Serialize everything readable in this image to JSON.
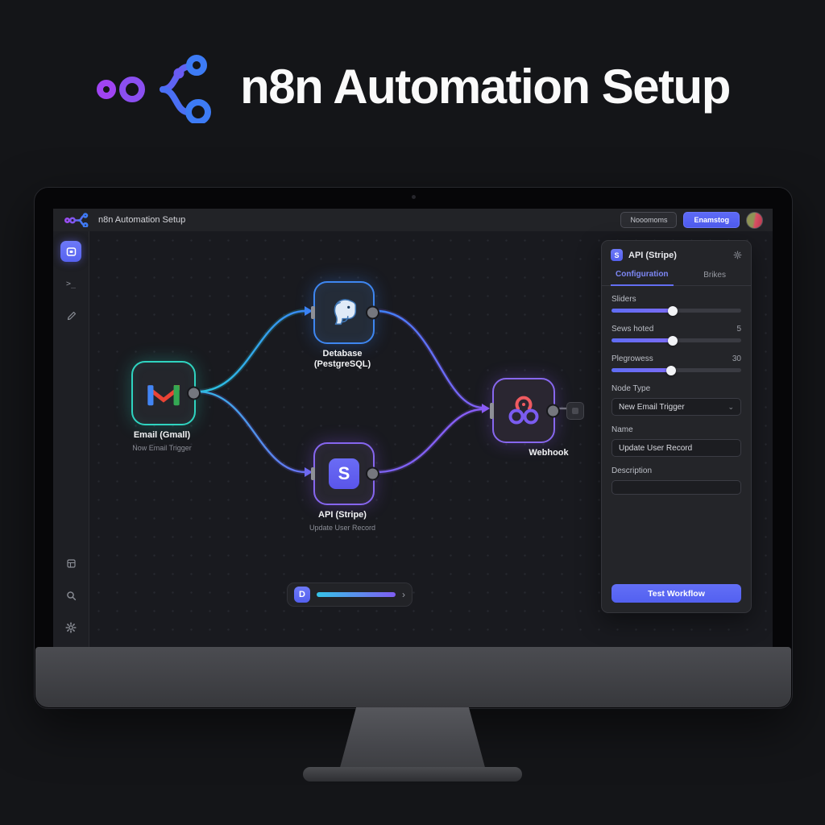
{
  "header": {
    "title": "n8n Automation Setup"
  },
  "app": {
    "topbar": {
      "title": "n8n Automation Setup",
      "secondary_button": "Nooomoms",
      "primary_button": "Enamstog"
    },
    "sidebar": {
      "items": [
        "nodes",
        "terminal",
        "pencil",
        "templates",
        "search",
        "settings"
      ]
    },
    "canvas": {
      "nodes": [
        {
          "label": "Email (Gmall)",
          "sublabel": "Now Email Trigger",
          "service": "gmail",
          "accent": "#2dd4bf"
        },
        {
          "label": "Detabase",
          "sublabel": "(PestgreSQL)",
          "service": "postgresql",
          "accent": "#3b82f6"
        },
        {
          "label": "API (Stripe)",
          "sublabel": "Update User Record",
          "service": "stripe",
          "accent": "#8b5cf6"
        },
        {
          "label": "Webhook",
          "sublabel": "",
          "service": "webhook",
          "accent": "#8b5cf6"
        }
      ],
      "runbar": {
        "badge": "D"
      }
    },
    "panel": {
      "icon_letter": "S",
      "title": "API (Stripe)",
      "tabs": [
        {
          "label": "Configuration",
          "active": true
        },
        {
          "label": "Brikes",
          "active": false
        }
      ],
      "sliders": [
        {
          "label": "Sliders",
          "value": "",
          "percent": 47
        },
        {
          "label": "Sews hoted",
          "value": "5",
          "percent": 47
        },
        {
          "label": "Plegrowess",
          "value": "30",
          "percent": 46
        }
      ],
      "node_type": {
        "label": "Node Type",
        "value": "New Email Trigger"
      },
      "name": {
        "label": "Name",
        "value": "Update User Record"
      },
      "description": {
        "label": "Description",
        "value": ""
      },
      "action": "Test Workflow"
    }
  },
  "colors": {
    "accent": "#5b68f4",
    "teal": "#2dd4bf",
    "blue": "#3b82f6",
    "purple": "#8b5cf6",
    "red": "#ef5350"
  }
}
